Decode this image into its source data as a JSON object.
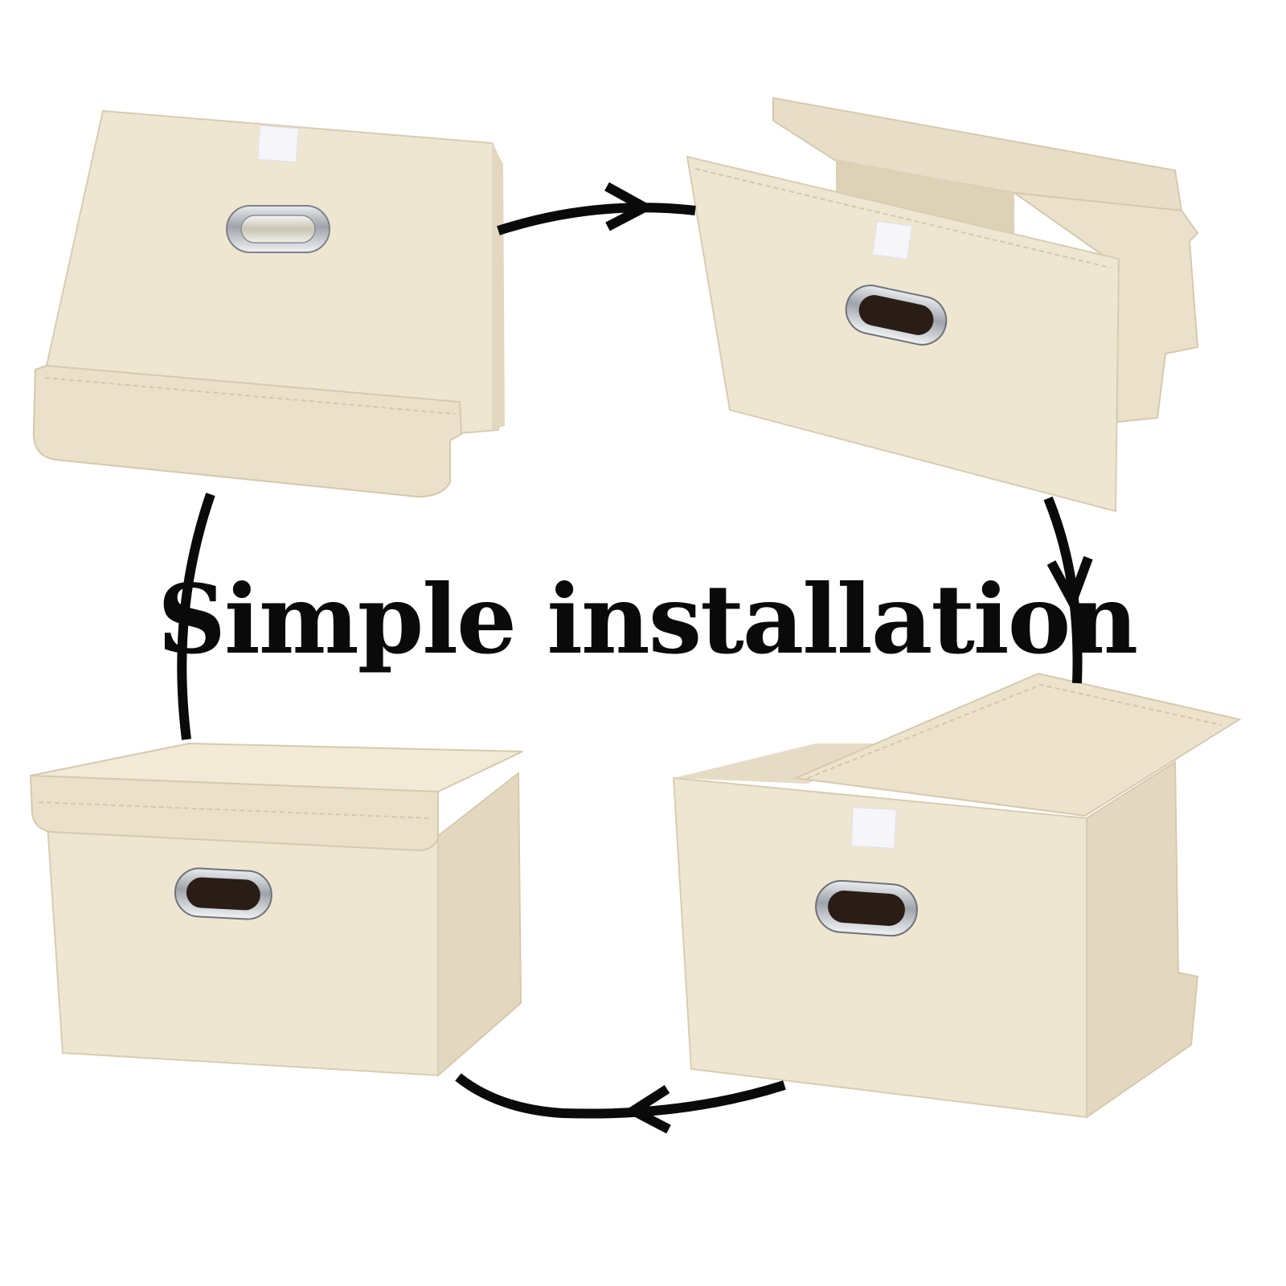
{
  "title": "Simple installation",
  "colors": {
    "fabric": "#efe6d2",
    "fabric_shade": "#e3d8bf",
    "fabric_dark": "#d6c9ad",
    "velcro": "#f6f6fa",
    "handle_metal": "#b8bcc2",
    "handle_hole": "#2a1d16",
    "arrow": "#0a0a0a",
    "background": "#ffffff"
  },
  "steps": [
    {
      "state": "folded flat"
    },
    {
      "state": "opened sides"
    },
    {
      "state": "assembled box with lid open"
    },
    {
      "state": "box closed with lid"
    }
  ],
  "arrow_direction": "clockwise"
}
